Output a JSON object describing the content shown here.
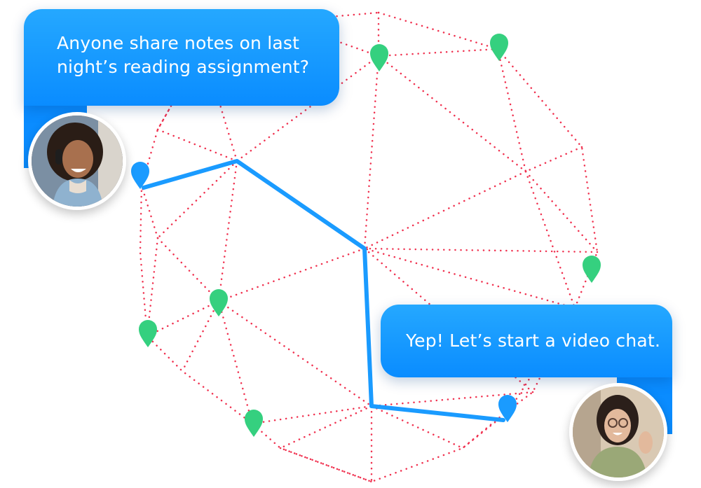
{
  "messages": {
    "left": {
      "line1": "Anyone share notes on last",
      "line2": "night’s reading assignment?"
    },
    "right": {
      "text": "Yep! Let’s start a video chat."
    }
  },
  "colors": {
    "bubble": "#0a8cff",
    "route": "#1a9bff",
    "network_dots": "#f0314f",
    "pin_green": "#35d07f",
    "pin_blue": "#1a9bff"
  },
  "icons": {
    "pin_green": "map-pin-icon",
    "pin_blue": "map-pin-icon"
  }
}
